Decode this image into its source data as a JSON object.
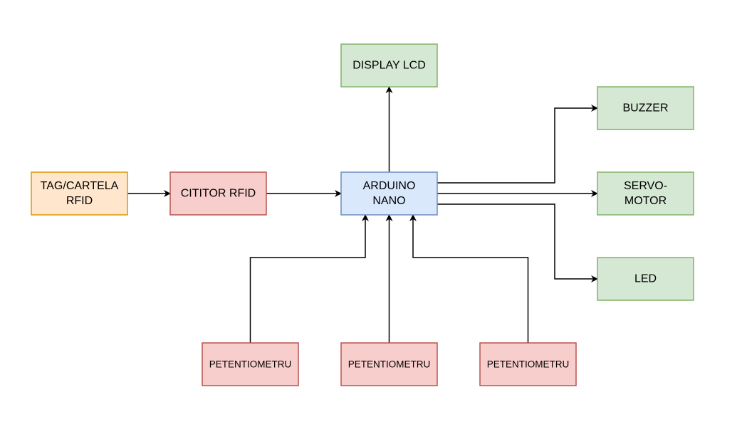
{
  "colors": {
    "background": "#ffffff",
    "edge": "#000000",
    "orange_fill": "#ffe6cc",
    "orange_stroke": "#d79b00",
    "red_fill": "#f8cecc",
    "red_stroke": "#b85450",
    "blue_fill": "#dae8fc",
    "blue_stroke": "#6c8ebf",
    "green_fill": "#d5e8d4",
    "green_stroke": "#82b366"
  },
  "nodes": {
    "tag": {
      "lines": [
        "TAG/CARTELA",
        "RFID"
      ],
      "color": "orange"
    },
    "reader": {
      "lines": [
        "CITITOR RFID"
      ],
      "color": "red"
    },
    "arduino": {
      "lines": [
        "ARDUINO",
        "NANO"
      ],
      "color": "blue"
    },
    "display": {
      "lines": [
        "DISPLAY LCD"
      ],
      "color": "green"
    },
    "buzzer": {
      "lines": [
        "BUZZER"
      ],
      "color": "green"
    },
    "servo": {
      "lines": [
        "SERVO-",
        "MOTOR"
      ],
      "color": "green"
    },
    "led": {
      "lines": [
        "LED"
      ],
      "color": "green"
    },
    "pot_left": {
      "lines": [
        "PETENTIOMETRU"
      ],
      "color": "red"
    },
    "pot_center": {
      "lines": [
        "PETENTIOMETRU"
      ],
      "color": "red"
    },
    "pot_right": {
      "lines": [
        "PETENTIOMETRU"
      ],
      "color": "red"
    }
  },
  "edges": [
    {
      "from": "tag",
      "to": "reader"
    },
    {
      "from": "reader",
      "to": "arduino"
    },
    {
      "from": "arduino",
      "to": "display"
    },
    {
      "from": "arduino",
      "to": "buzzer"
    },
    {
      "from": "arduino",
      "to": "servo"
    },
    {
      "from": "arduino",
      "to": "led"
    },
    {
      "from": "pot_left",
      "to": "arduino"
    },
    {
      "from": "pot_center",
      "to": "arduino"
    },
    {
      "from": "pot_right",
      "to": "arduino"
    }
  ]
}
